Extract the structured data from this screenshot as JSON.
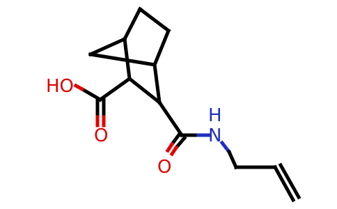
{
  "molecule": {
    "atoms": [
      {
        "id": "hydroxyl_oxygen",
        "label": "HO",
        "color": "#e00000"
      },
      {
        "id": "carbonyl_oxygen_acid",
        "label": "O",
        "color": "#e00000"
      },
      {
        "id": "amide_nitrogen",
        "label": "H\nN",
        "label_h": "H",
        "label_n": "N",
        "color": "#2030c0"
      },
      {
        "id": "carbonyl_oxygen_amide",
        "label": "O",
        "color": "#e00000"
      }
    ],
    "colors": {
      "bond": "#000000",
      "oxygen": "#e00000",
      "nitrogen": "#2030c0",
      "background": "#ffffff"
    }
  }
}
